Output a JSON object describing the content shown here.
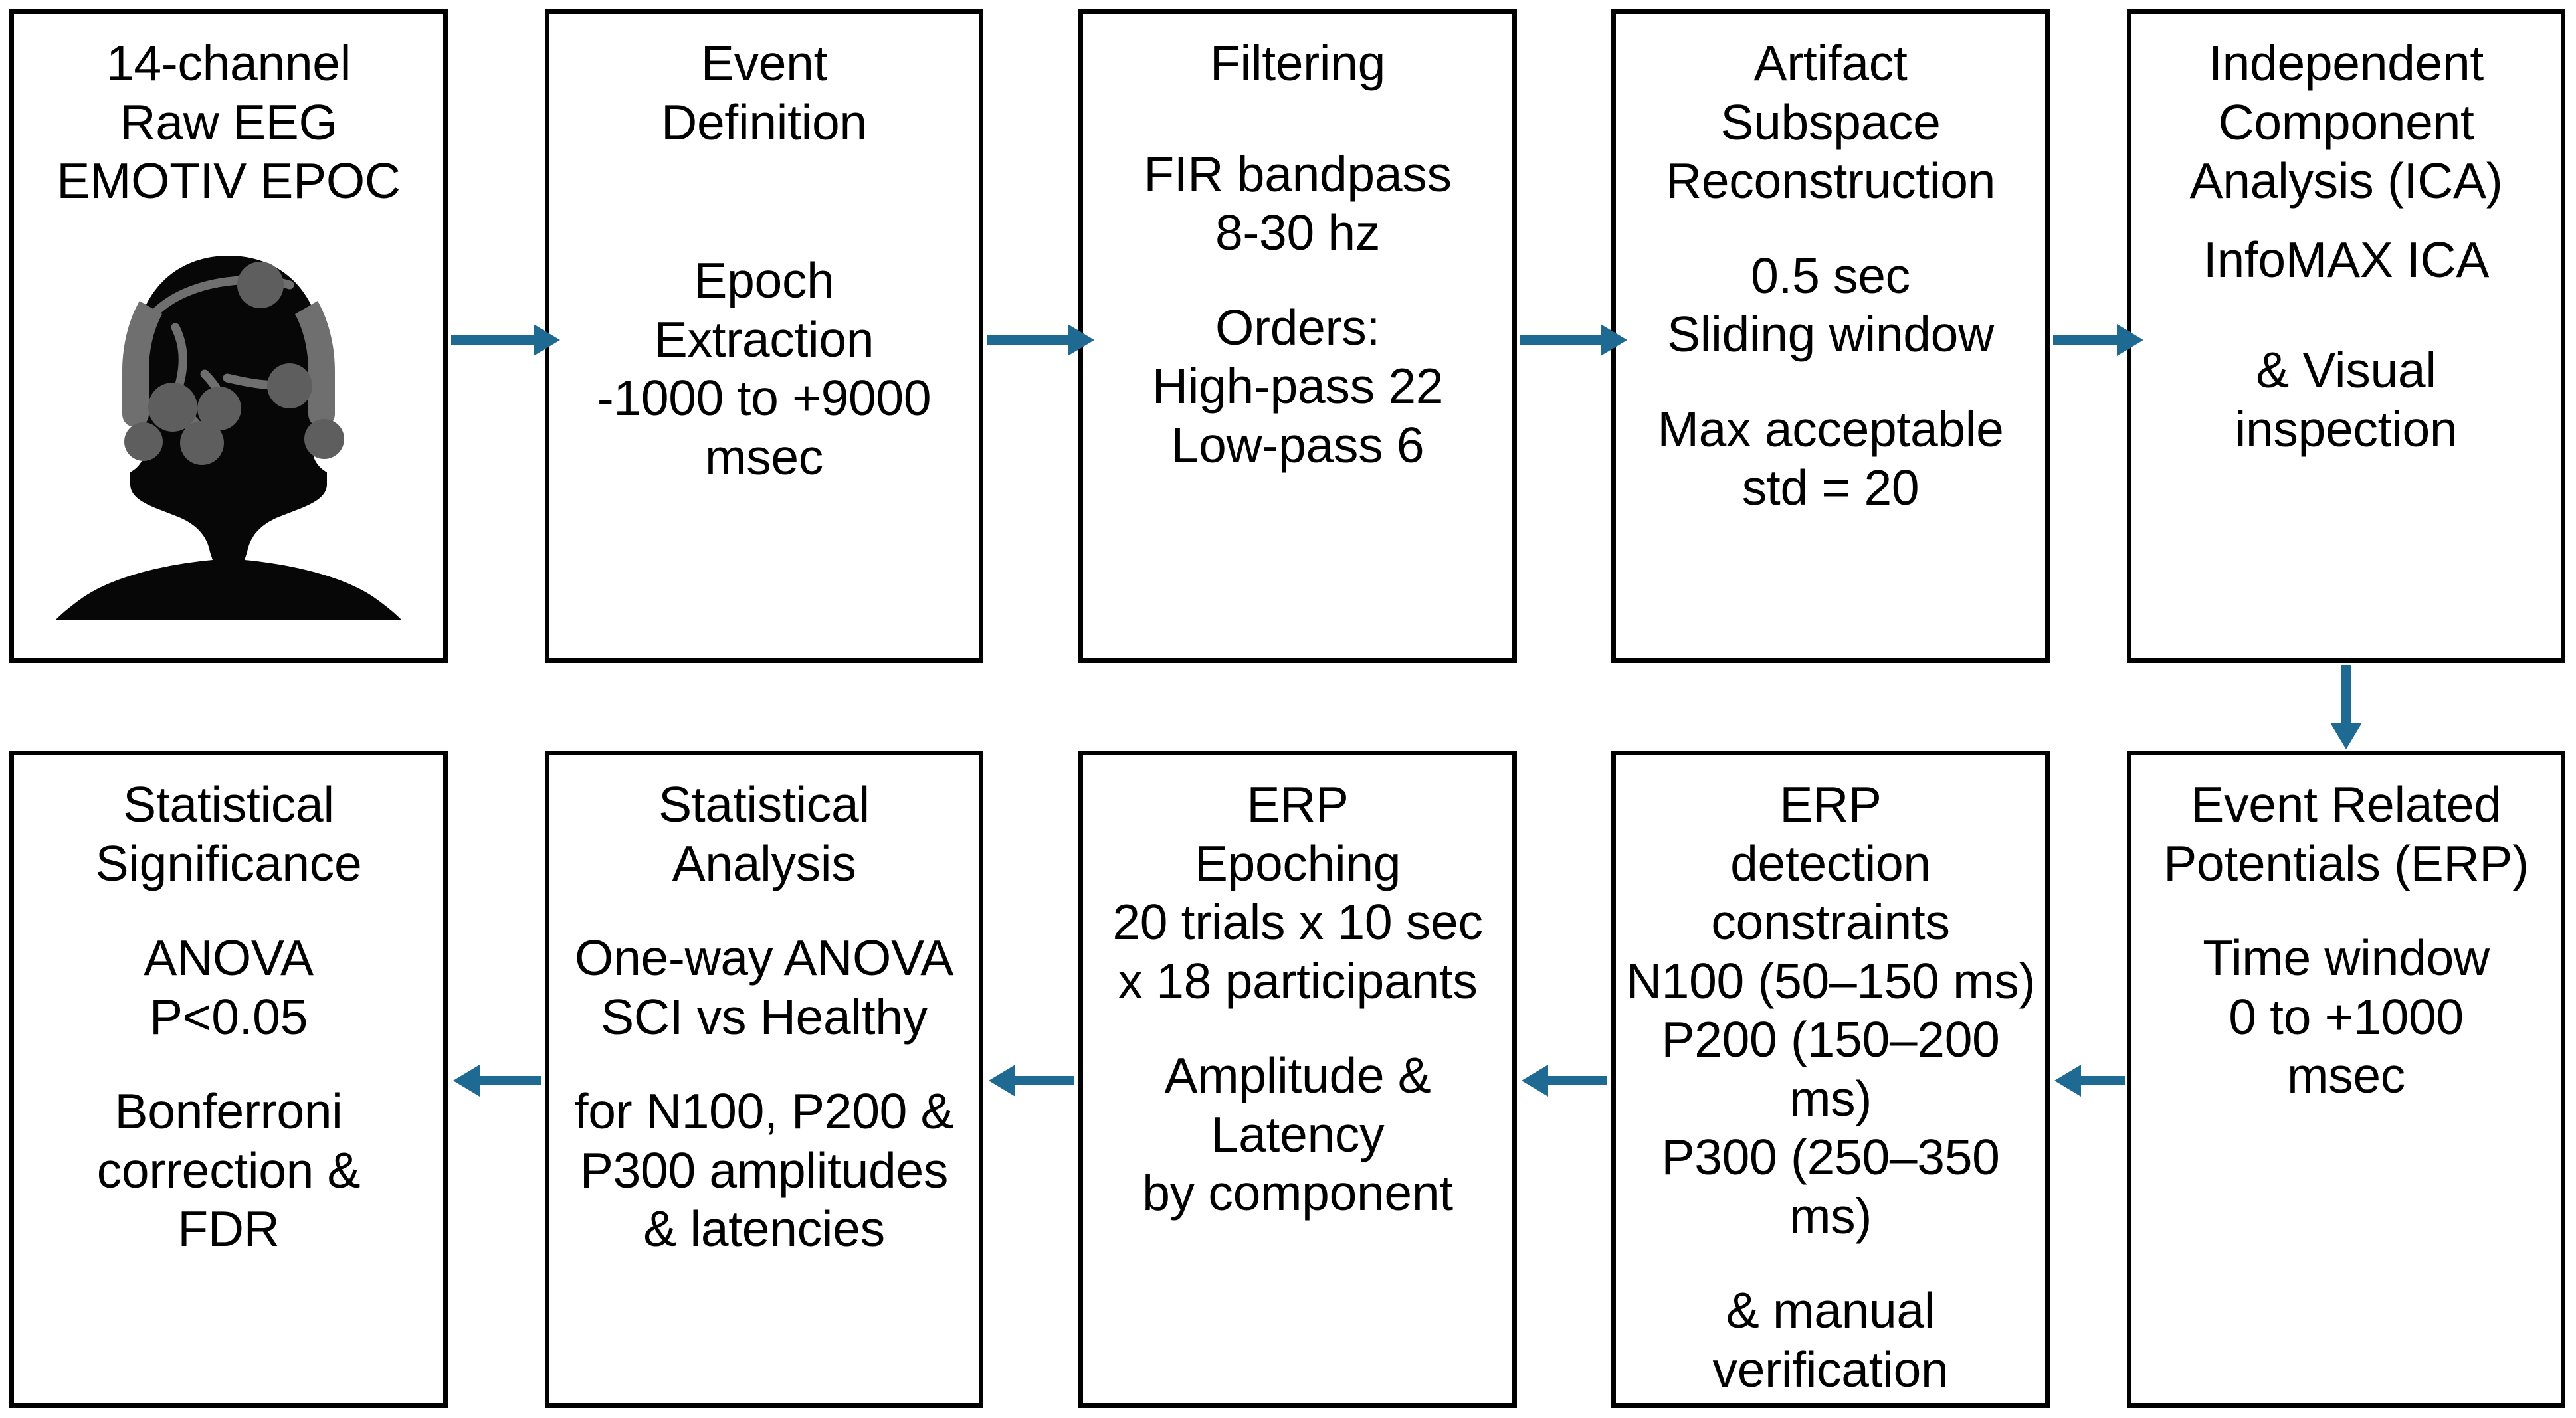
{
  "diagram": {
    "title": "EEG ERP processing pipeline flowchart",
    "accent_color": "#1f6a92",
    "border_color": "#000000",
    "background_color": "#ffffff"
  },
  "boxes": {
    "raw_eeg": {
      "heading": "14-channel\nRaw EEG\nEMOTIV EPOC",
      "icon": "eeg-headset-head-silhouette"
    },
    "event_definition": {
      "heading": "Event\nDefinition",
      "body": "Epoch\nExtraction\n-1000 to +9000\nmsec"
    },
    "filtering": {
      "heading": "Filtering",
      "body1": "FIR bandpass\n8-30 hz",
      "body2": "Orders:\nHigh-pass 22\nLow-pass 6"
    },
    "asr": {
      "heading": "Artifact\nSubspace\nReconstruction",
      "body1": "0.5 sec\nSliding window",
      "body2": "Max acceptable\nstd = 20"
    },
    "ica": {
      "heading": "Independent\nComponent\nAnalysis (ICA)",
      "body1": "InfoMAX ICA",
      "body2": "& Visual\ninspection"
    },
    "erp": {
      "heading": "Event Related\nPotentials (ERP)",
      "body": "Time window\n0 to +1000\nmsec"
    },
    "erp_constraints": {
      "heading": "ERP\ndetection\nconstraints",
      "body1": "N100 (50–150 ms)\nP200 (150–200 ms)\nP300 (250–350 ms)",
      "body2": "& manual\nverification"
    },
    "erp_epoching": {
      "heading": "ERP\nEpoching",
      "body1": "20 trials x 10 sec\nx 18 participants",
      "body2": "Amplitude &\nLatency\nby component"
    },
    "statistical_analysis": {
      "heading": "Statistical\nAnalysis",
      "body1": "One-way ANOVA\nSCI vs Healthy",
      "body2": "for N100, P200 &\nP300 amplitudes\n& latencies"
    },
    "statistical_significance": {
      "heading": "Statistical\nSignificance",
      "body1": "ANOVA\nP<0.05",
      "body2": "Bonferroni\ncorrection &\nFDR"
    }
  },
  "arrows": [
    {
      "name": "raw-eeg-to-event-definition",
      "direction": "right"
    },
    {
      "name": "event-definition-to-filtering",
      "direction": "right"
    },
    {
      "name": "filtering-to-asr",
      "direction": "right"
    },
    {
      "name": "asr-to-ica",
      "direction": "right"
    },
    {
      "name": "ica-to-erp",
      "direction": "down"
    },
    {
      "name": "erp-to-erp-constraints",
      "direction": "left"
    },
    {
      "name": "erp-constraints-to-erp-epoching",
      "direction": "left"
    },
    {
      "name": "erp-epoching-to-statistical-analysis",
      "direction": "left"
    },
    {
      "name": "statistical-analysis-to-statistical-significance",
      "direction": "left"
    }
  ]
}
